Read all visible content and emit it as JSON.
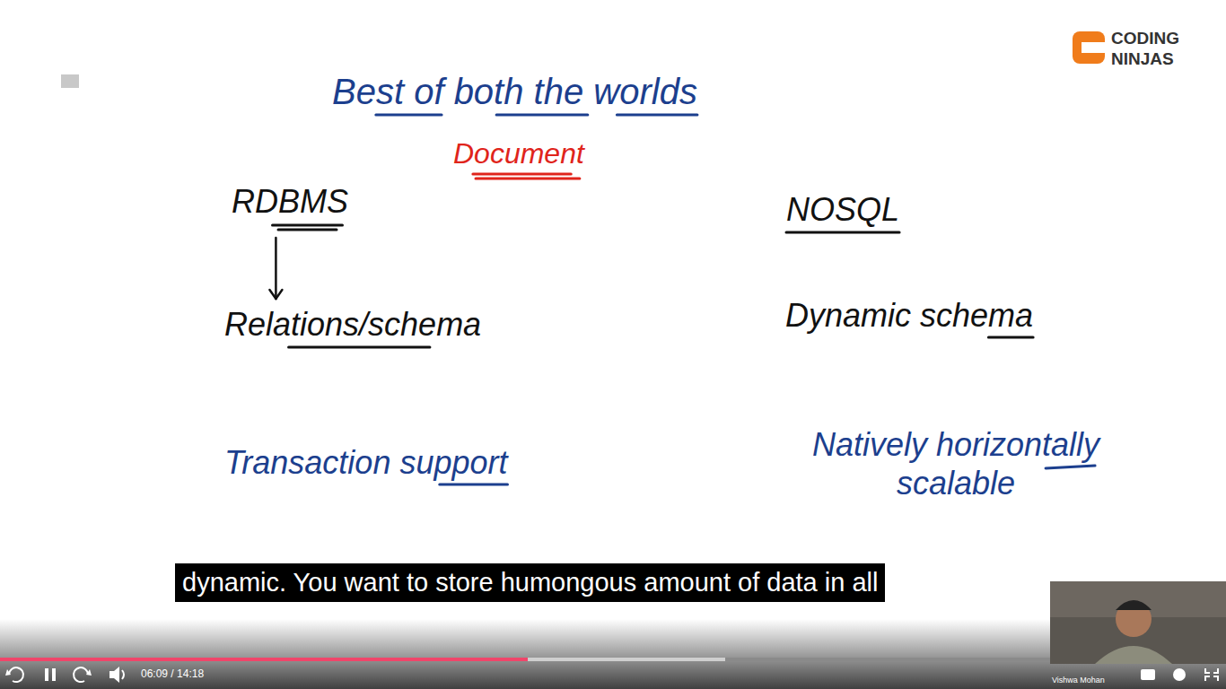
{
  "diagram": {
    "title": "Best of both the worlds",
    "nodes": [
      {
        "text": [
          "dynamic. You want to store humongous amount of data in all"
        ]
      }
    ],
    "labels": [
      "Document",
      "RDBMS",
      "Relations/schema",
      "Transaction support",
      "NOSQL",
      "Dynamic schema",
      "Natively horizontally scalable",
      "CODING NINJAS",
      "06:09 / 14:18",
      "Vishwa Mohan"
    ]
  }
}
